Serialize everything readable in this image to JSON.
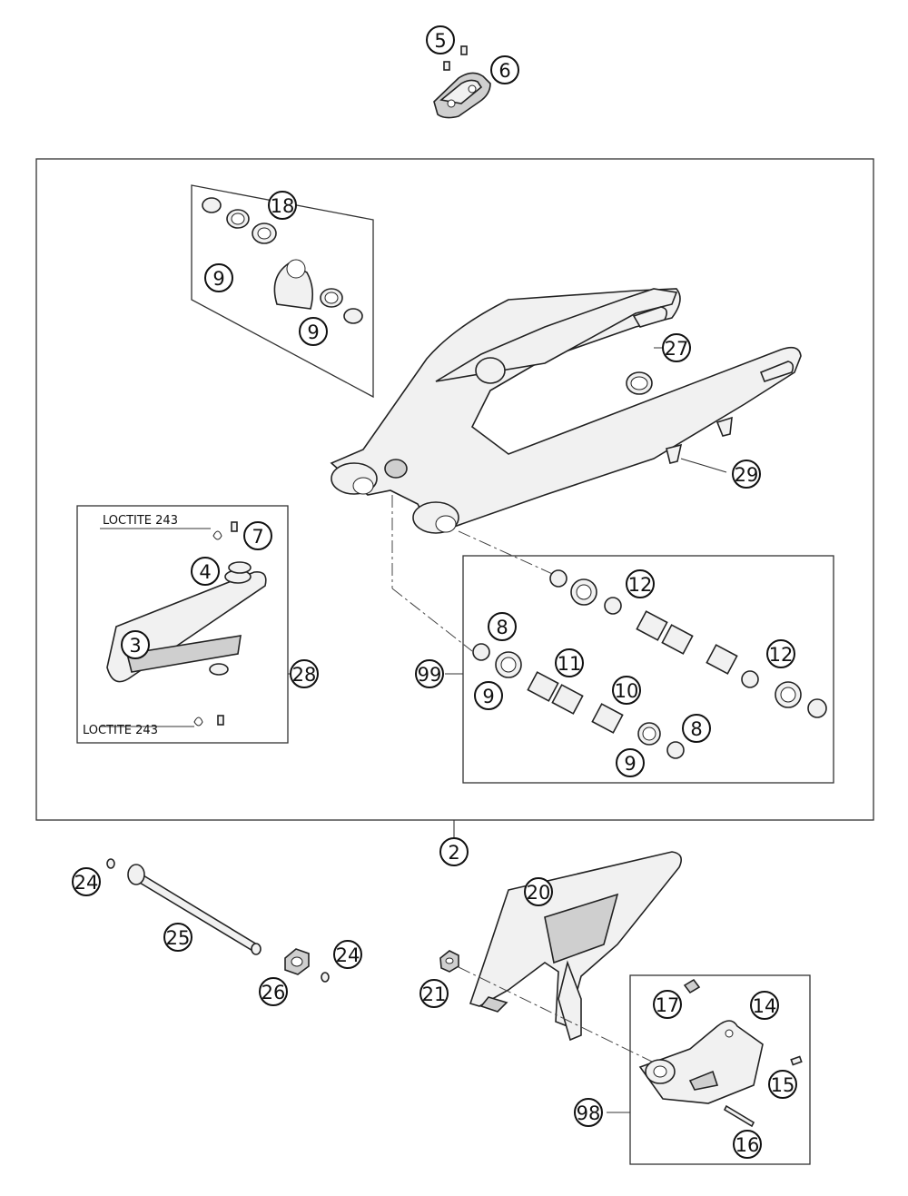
{
  "diagram": {
    "callouts": [
      {
        "id": "c5",
        "label": "5"
      },
      {
        "id": "c6",
        "label": "6"
      },
      {
        "id": "c18",
        "label": "18"
      },
      {
        "id": "c9a",
        "label": "9"
      },
      {
        "id": "c9b",
        "label": "9"
      },
      {
        "id": "c27",
        "label": "27"
      },
      {
        "id": "c29",
        "label": "29"
      },
      {
        "id": "c7",
        "label": "7"
      },
      {
        "id": "c4",
        "label": "4"
      },
      {
        "id": "c3",
        "label": "3"
      },
      {
        "id": "c28",
        "label": "28"
      },
      {
        "id": "c12a",
        "label": "12"
      },
      {
        "id": "c12b",
        "label": "12"
      },
      {
        "id": "c8a",
        "label": "8"
      },
      {
        "id": "c11",
        "label": "11"
      },
      {
        "id": "c99",
        "label": "99"
      },
      {
        "id": "c9c",
        "label": "9"
      },
      {
        "id": "c10",
        "label": "10"
      },
      {
        "id": "c8b",
        "label": "8"
      },
      {
        "id": "c9d",
        "label": "9"
      },
      {
        "id": "c2",
        "label": "2"
      },
      {
        "id": "c24a",
        "label": "24"
      },
      {
        "id": "c20",
        "label": "20"
      },
      {
        "id": "c25",
        "label": "25"
      },
      {
        "id": "c24b",
        "label": "24"
      },
      {
        "id": "c26",
        "label": "26"
      },
      {
        "id": "c21",
        "label": "21"
      },
      {
        "id": "c17",
        "label": "17"
      },
      {
        "id": "c14",
        "label": "14"
      },
      {
        "id": "c15",
        "label": "15"
      },
      {
        "id": "c98",
        "label": "98"
      },
      {
        "id": "c16",
        "label": "16"
      }
    ],
    "loctite_top": "LOCTITE 243",
    "loctite_bottom": "LOCTITE 243"
  }
}
